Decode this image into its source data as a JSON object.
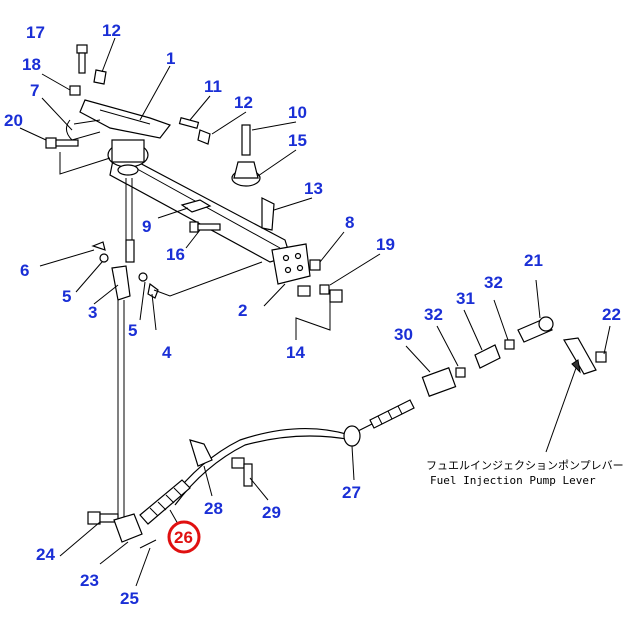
{
  "callouts": [
    "17",
    "12",
    "1",
    "18",
    "7",
    "11",
    "12",
    "10",
    "20",
    "15",
    "13",
    "9",
    "8",
    "16",
    "19",
    "6",
    "5",
    "3",
    "2",
    "5",
    "4",
    "14",
    "21",
    "32",
    "31",
    "32",
    "22",
    "30",
    "27",
    "28",
    "29",
    "26",
    "24",
    "23",
    "25"
  ],
  "highlight": "26",
  "caption": {
    "jp": "フュエルインジェクションポンプレバー",
    "en": "Fuel Injection Pump Lever"
  },
  "colors": {
    "callout": "#1a2fd6",
    "highlight": "#e01010",
    "line": "#000000"
  }
}
